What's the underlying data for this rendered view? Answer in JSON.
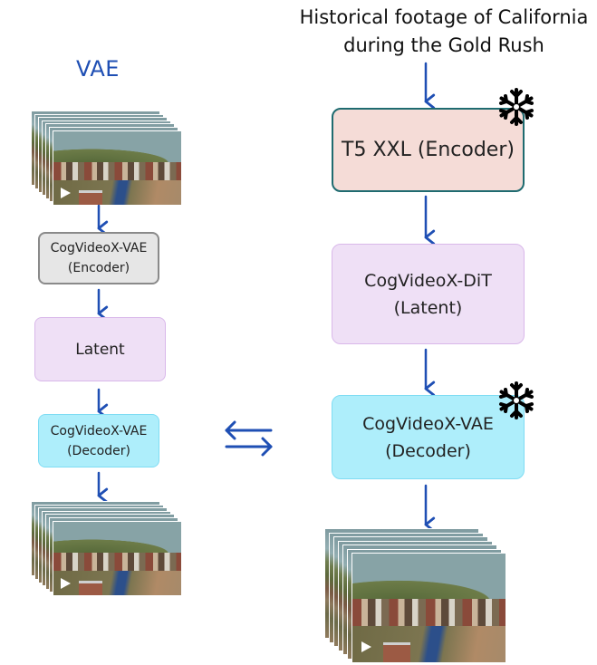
{
  "left_panel": {
    "title": "VAE",
    "input_video": {
      "icon": "video-stack",
      "frames": 7,
      "play_icon": "play-icon"
    },
    "encoder": {
      "line1": "CogVideoX-VAE",
      "line2": "(Encoder)"
    },
    "latent": {
      "label": "Latent"
    },
    "decoder": {
      "line1": "CogVideoX-VAE",
      "line2": "(Decoder)"
    },
    "output_video": {
      "icon": "video-stack",
      "frames": 7,
      "play_icon": "play-icon"
    }
  },
  "connector": {
    "icon": "bidirectional-arrows"
  },
  "right_panel": {
    "prompt": {
      "line1": "Historical footage of California",
      "line2": "during the Gold Rush"
    },
    "text_encoder": {
      "label": "T5 XXL (Encoder)",
      "frozen": true
    },
    "dit": {
      "line1": "CogVideoX-DiT",
      "line2": "(Latent)"
    },
    "decoder": {
      "line1": "CogVideoX-VAE",
      "line2": "(Decoder)",
      "frozen": true
    },
    "output_video": {
      "icon": "video-stack",
      "frames": 7,
      "play_icon": "play-icon"
    }
  },
  "colors": {
    "arrow": "#1f4fb4",
    "title": "#1f4fb4",
    "encoder_gray_fill": "#e6e6e6",
    "latent_fill": "#efe0f6",
    "decoder_fill": "#aeeefb",
    "t5_fill": "#f5dcd7",
    "t5_border": "#1f6b70"
  }
}
